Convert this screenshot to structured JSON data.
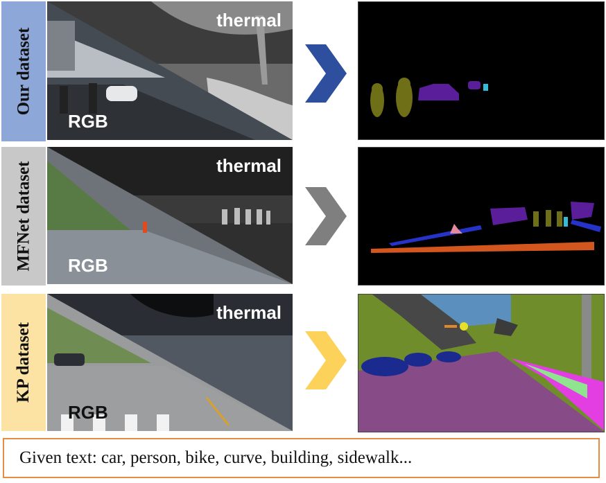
{
  "rows": [
    {
      "dataset_label": "Our dataset",
      "thermal_label": "thermal",
      "rgb_label": "RGB"
    },
    {
      "dataset_label": "MFNet dataset",
      "thermal_label": "thermal",
      "rgb_label": "RGB"
    },
    {
      "dataset_label": "KP dataset",
      "thermal_label": "thermal",
      "rgb_label": "RGB"
    }
  ],
  "caption": "Given text: car, person, bike, curve, building, sidewalk...",
  "colors": {
    "label_blue": "#8ea7d9",
    "label_gray": "#c8c8c8",
    "label_yellow": "#fce3a4",
    "arrow_blue": "#2d4f9e",
    "arrow_gray": "#7f7f7f",
    "arrow_yellow": "#fcd25b",
    "caption_border": "#e58b42"
  }
}
